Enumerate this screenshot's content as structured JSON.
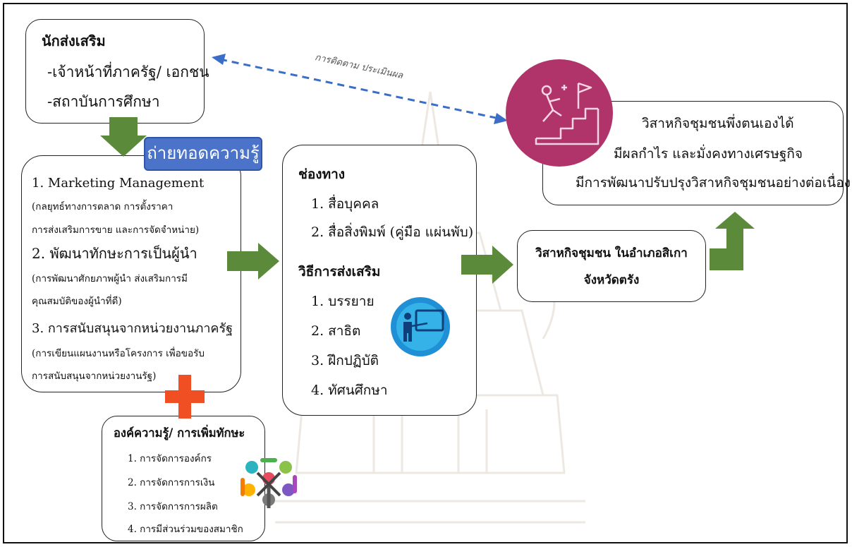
{
  "promoter": {
    "title": "นักส่งเสริม",
    "items": [
      "-เจ้าหน้าที่ภาครัฐ/ เอกชน",
      "-สถาบันการศึกษา"
    ]
  },
  "transfer_badge": "ถ่ายทอดความรู้",
  "monitoring_label": "การติดตาม ประเมินผล",
  "knowledge": {
    "item1": "1. Marketing Management",
    "item1_detail": [
      "(กลยุทธ์ทางการตลาด การตั้งราคา",
      "การส่งเสริมการขาย และการจัดจำหน่าย)"
    ],
    "item2": "2. พัฒนาทักษะการเป็นผู้นำ",
    "item2_detail": [
      "(การพัฒนาศักยภาพผู้นำ ส่งเสริมการมี",
      "คุณสมบัติของผู้นำที่ดี)"
    ],
    "item3": "3. การสนับสนุนจากหน่วยงานภาครัฐ",
    "item3_detail": [
      "(การเขียนแผนงานหรือโครงการ เพื่อขอรับ",
      "การสนับสนุนจากหน่วยงานรัฐ)"
    ]
  },
  "skills": {
    "title": "องค์ความรู้/ การเพิ่มทักษะ",
    "items": [
      "1. การจัดการองค์กร",
      "2. การจัดการการเงิน",
      "3. การจัดการการผลิต",
      "4. การมีส่วนร่วมของสมาชิก"
    ]
  },
  "channels": {
    "title": "ช่องทาง",
    "items": [
      "1. สื่อบุคคล",
      "2. สื่อสิ่งพิมพ์ (คู่มือ แผ่นพับ)"
    ],
    "methods_title": "วิธีการส่งเสริม",
    "methods": [
      "1. บรรยาย",
      "2. สาธิต",
      "3.  ฝึกปฏิบัติ",
      "4. ทัศนศึกษา"
    ]
  },
  "enterprise": {
    "line1": "วิสาหกิจชุมชน ในอำเภอสิเกา",
    "line2": "จังหวัดตรัง"
  },
  "outcome": {
    "lines": [
      "วิสาหกิจชุมชนพึ่งตนเองได้",
      "มีผลกำไร และมั่งคงทางเศรษฐกิจ",
      "มีการพัฒนาปรับปรุงวิสาหกิจชุมชนอย่างต่อเนื่อง"
    ]
  },
  "colors": {
    "arrow_green": "#5b8a3a",
    "badge_blue": "#4a73c9",
    "plus_orange": "#f04e23",
    "success_magenta": "#b0346a",
    "teach_blue": "#1f8fd6",
    "dashed_blue": "#3a6ec8"
  }
}
